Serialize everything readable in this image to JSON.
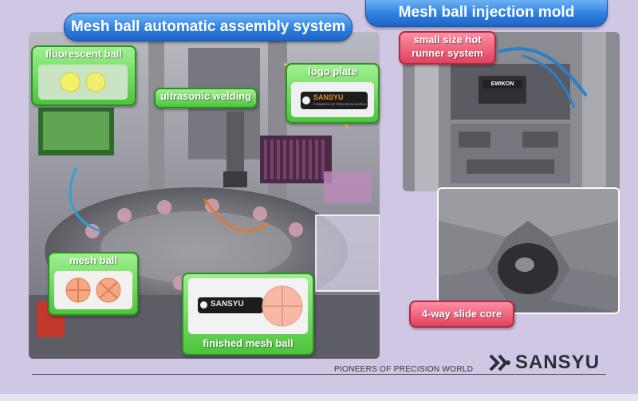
{
  "titles": {
    "left": "Mesh ball automatic assembly system",
    "right": "Mesh ball injection mold"
  },
  "callouts": {
    "fluorescent_ball": "fluorescent ball",
    "ultrasonic_welding": "ultrasonic welding",
    "logo_plate": "logo plate",
    "mesh_ball": "mesh ball",
    "finished_mesh_ball": "finished mesh ball",
    "hot_runner": "small size hot runner system",
    "slide_core": "4-way slide core"
  },
  "product_logo_text": "SANSYU",
  "product_logo_subtext": "PIONEERS OF PRECISION WORLD",
  "ewikon_text": "EWIKON",
  "footer": {
    "tagline": "PIONEERS OF PRECISION WORLD",
    "brand": "SANSYU"
  },
  "colors": {
    "background": "#cfc7e3",
    "title_blue": "#2f7fe0",
    "callout_green": "#4cc43c",
    "callout_pink": "#e0425f"
  }
}
